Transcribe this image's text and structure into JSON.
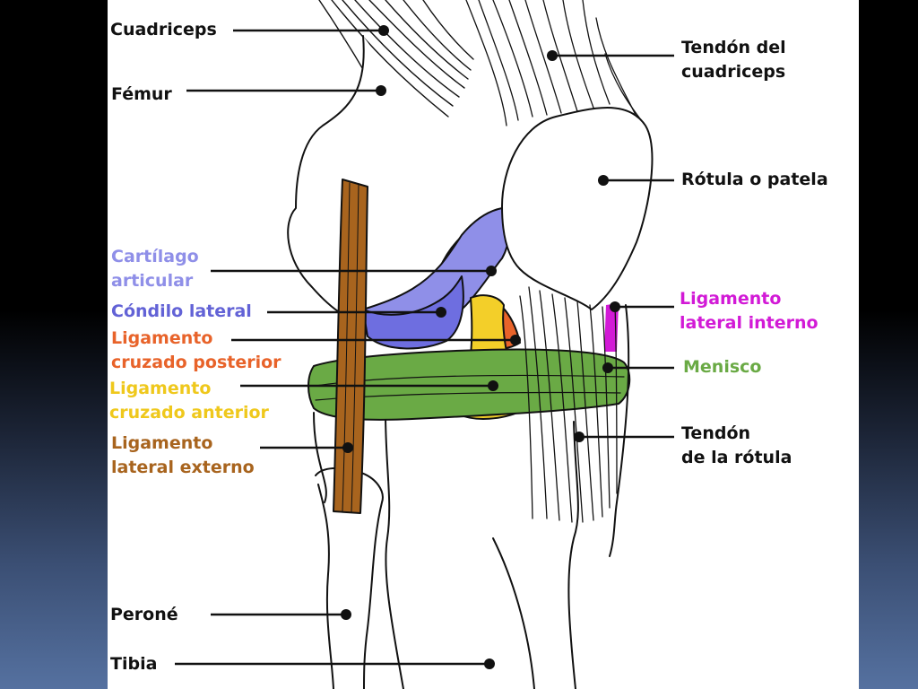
{
  "colors": {
    "cartilage": "#8f8fe8",
    "condyle": "#6e6ee0",
    "posterior_cruciate": "#e8632a",
    "anterior_cruciate": "#f3cf29",
    "lateral_external": "#a8641e",
    "lateral_internal": "#d21ad6",
    "meniscus": "#6aaa45",
    "outline": "#111111"
  },
  "labels": {
    "quadriceps": "Cuadriceps",
    "femur": "Fémur",
    "quadriceps_tendon": [
      "Tendón del",
      "cuadriceps"
    ],
    "patella": "Rótula o patela",
    "articular_cartilage": [
      "Cartílago",
      "articular"
    ],
    "lateral_condyle": "Cóndilo lateral",
    "posterior_cruciate": [
      "Ligamento",
      "cruzado posterior"
    ],
    "anterior_cruciate": [
      "Ligamento",
      "cruzado anterior"
    ],
    "lateral_external": [
      "Ligamento",
      "lateral externo"
    ],
    "lateral_internal": [
      "Ligamento",
      "lateral interno"
    ],
    "meniscus": "Menisco",
    "patellar_tendon": [
      "Tendón",
      "de la rótula"
    ],
    "fibula": "Peroné",
    "tibia": "Tibia"
  }
}
